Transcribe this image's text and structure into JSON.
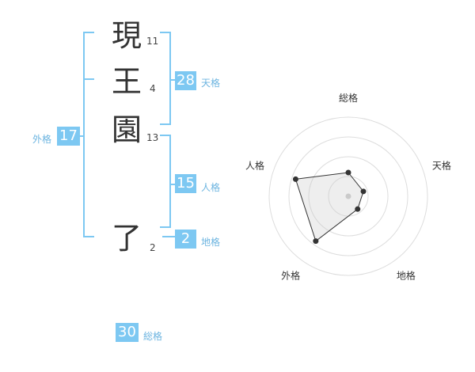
{
  "name": {
    "chars": [
      {
        "char": "現",
        "strokes": "11"
      },
      {
        "char": "王",
        "strokes": "4"
      },
      {
        "char": "園",
        "strokes": "13"
      },
      {
        "char": "了",
        "strokes": "2"
      }
    ]
  },
  "kaku": {
    "ten": {
      "value": "28",
      "label": "天格"
    },
    "jin": {
      "value": "15",
      "label": "人格"
    },
    "chi": {
      "value": "2",
      "label": "地格"
    },
    "gai": {
      "value": "17",
      "label": "外格"
    },
    "sou": {
      "value": "30",
      "label": "総格"
    }
  },
  "colors": {
    "accent": "#7dc8f2",
    "label": "#6cb4e0"
  },
  "chart_data": {
    "type": "radar",
    "axes": [
      "総格",
      "天格",
      "地格",
      "外格",
      "人格"
    ],
    "values": [
      0.3,
      0.2,
      0.2,
      0.7,
      0.7
    ],
    "rings": 4
  }
}
